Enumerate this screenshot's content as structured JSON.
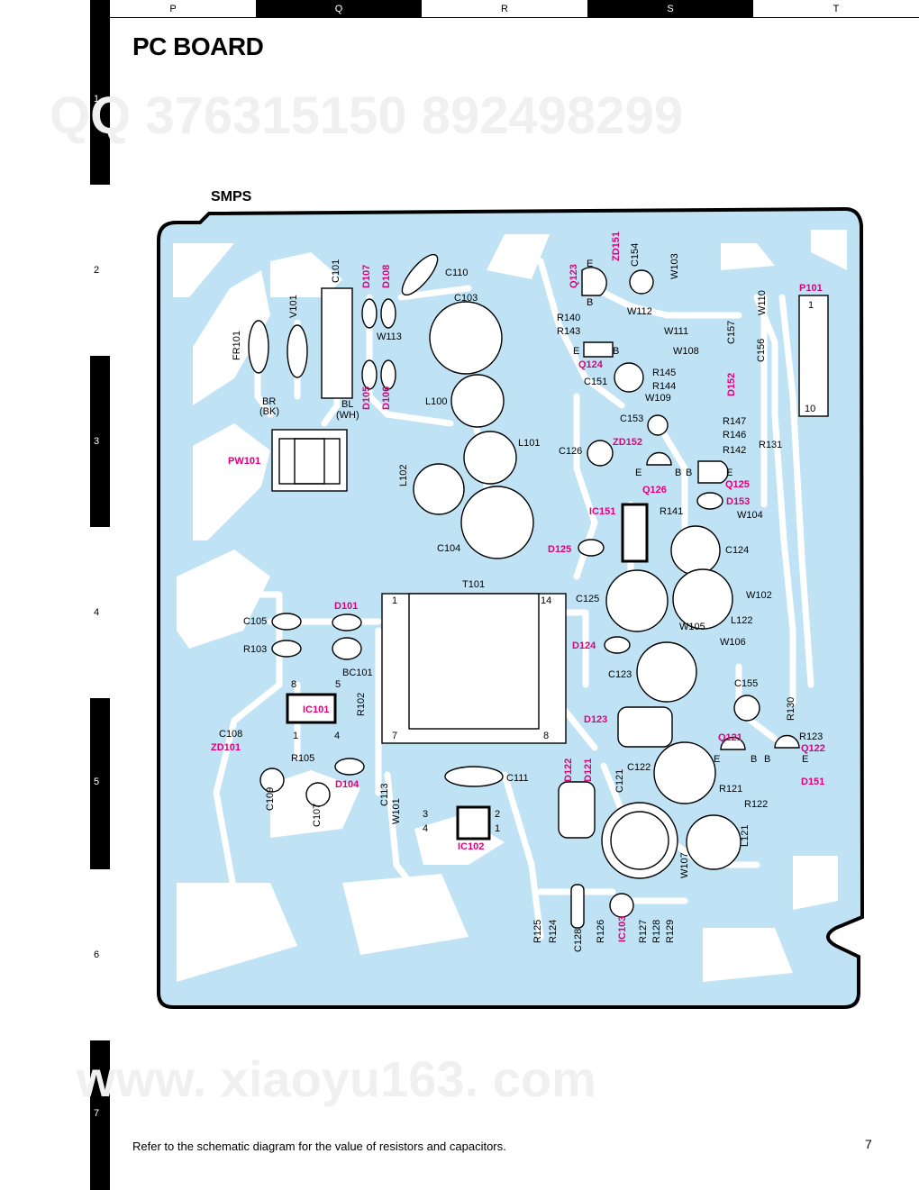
{
  "grid": {
    "columns": [
      "P",
      "Q",
      "R",
      "S",
      "T"
    ],
    "rows": [
      "1",
      "2",
      "3",
      "4",
      "5",
      "6",
      "7"
    ]
  },
  "title": "PC BOARD",
  "section": "SMPS",
  "footnote": "Refer to the schematic diagram for the value of resistors and capacitors.",
  "page_number": "7",
  "watermarks": {
    "qq": "QQ 376315150   892498299",
    "site": "www. xiaoyu163. com"
  },
  "colors": {
    "board": "#bfe3f5",
    "trace": "#ffffff",
    "highlight_label": "#e0007a",
    "outline": "#000000"
  },
  "labels": [
    {
      "t": "FR101",
      "r": -90
    },
    {
      "t": "V101",
      "r": -90
    },
    {
      "t": "C101",
      "r": -90
    },
    {
      "t": "D107",
      "c": "hl",
      "r": -90
    },
    {
      "t": "D108",
      "c": "hl",
      "r": -90
    },
    {
      "t": "C110"
    },
    {
      "t": "C103"
    },
    {
      "t": "W113"
    },
    {
      "t": "BR"
    },
    {
      "t": "(BK)"
    },
    {
      "t": "BL"
    },
    {
      "t": "(WH)"
    },
    {
      "t": "D105",
      "c": "hl",
      "r": -90
    },
    {
      "t": "D106",
      "c": "hl",
      "r": -90
    },
    {
      "t": "L100"
    },
    {
      "t": "L101"
    },
    {
      "t": "PW101",
      "c": "hl"
    },
    {
      "t": "L102",
      "r": -90
    },
    {
      "t": "C104"
    },
    {
      "t": "Q123",
      "c": "hl",
      "r": -90
    },
    {
      "t": "E"
    },
    {
      "t": "B"
    },
    {
      "t": "ZD151",
      "c": "hl",
      "r": -90
    },
    {
      "t": "C154",
      "r": -90
    },
    {
      "t": "W103",
      "r": -90
    },
    {
      "t": "R140"
    },
    {
      "t": "W112"
    },
    {
      "t": "R143"
    },
    {
      "t": "W111"
    },
    {
      "t": "W110",
      "r": -90
    },
    {
      "t": "P101",
      "c": "hl"
    },
    {
      "t": "1"
    },
    {
      "t": "E"
    },
    {
      "t": "B"
    },
    {
      "t": "Q124",
      "c": "hl"
    },
    {
      "t": "W108"
    },
    {
      "t": "C157",
      "r": -90
    },
    {
      "t": "C156",
      "r": -90
    },
    {
      "t": "C151"
    },
    {
      "t": "R145"
    },
    {
      "t": "R144"
    },
    {
      "t": "D152",
      "c": "hl",
      "r": -90
    },
    {
      "t": "W109"
    },
    {
      "t": "10"
    },
    {
      "t": "C153"
    },
    {
      "t": "R147"
    },
    {
      "t": "R146"
    },
    {
      "t": "ZD152",
      "c": "hl"
    },
    {
      "t": "R142"
    },
    {
      "t": "C126"
    },
    {
      "t": "R131"
    },
    {
      "t": "E"
    },
    {
      "t": "B"
    },
    {
      "t": "B"
    },
    {
      "t": "E"
    },
    {
      "t": "Q125",
      "c": "hl"
    },
    {
      "t": "Q126",
      "c": "hl"
    },
    {
      "t": "D153",
      "c": "hl"
    },
    {
      "t": "IC151",
      "c": "hl"
    },
    {
      "t": "R141"
    },
    {
      "t": "W104"
    },
    {
      "t": "D125",
      "c": "hl"
    },
    {
      "t": "C124"
    },
    {
      "t": "T101"
    },
    {
      "t": "1"
    },
    {
      "t": "14"
    },
    {
      "t": "C125"
    },
    {
      "t": "W102"
    },
    {
      "t": "L122"
    },
    {
      "t": "W105"
    },
    {
      "t": "W106"
    },
    {
      "t": "D124",
      "c": "hl"
    },
    {
      "t": "C123"
    },
    {
      "t": "C105"
    },
    {
      "t": "D101",
      "c": "hl"
    },
    {
      "t": "R103"
    },
    {
      "t": "BC101"
    },
    {
      "t": "8"
    },
    {
      "t": "5"
    },
    {
      "t": "R102",
      "r": -90
    },
    {
      "t": "IC101",
      "c": "hl"
    },
    {
      "t": "C108"
    },
    {
      "t": "1"
    },
    {
      "t": "4"
    },
    {
      "t": "ZD101",
      "c": "hl"
    },
    {
      "t": "7"
    },
    {
      "t": "8"
    },
    {
      "t": "D123",
      "c": "hl"
    },
    {
      "t": "C155"
    },
    {
      "t": "R130",
      "r": -90
    },
    {
      "t": "R123"
    },
    {
      "t": "Q121",
      "c": "hl"
    },
    {
      "t": "Q122",
      "c": "hl"
    },
    {
      "t": "E"
    },
    {
      "t": "B"
    },
    {
      "t": "B"
    },
    {
      "t": "E"
    },
    {
      "t": "R105"
    },
    {
      "t": "D104",
      "c": "hl"
    },
    {
      "t": "C111"
    },
    {
      "t": "D122",
      "c": "hl",
      "r": -90
    },
    {
      "t": "D121",
      "c": "hl",
      "r": -90
    },
    {
      "t": "C122"
    },
    {
      "t": "R121"
    },
    {
      "t": "D151",
      "c": "hl"
    },
    {
      "t": "R122"
    },
    {
      "t": "C109",
      "r": -90
    },
    {
      "t": "C107",
      "r": -90
    },
    {
      "t": "C113",
      "r": -90
    },
    {
      "t": "W101",
      "r": -90
    },
    {
      "t": "3"
    },
    {
      "t": "2"
    },
    {
      "t": "4"
    },
    {
      "t": "1"
    },
    {
      "t": "IC102",
      "c": "hl"
    },
    {
      "t": "C121",
      "r": -90
    },
    {
      "t": "L121",
      "r": -90
    },
    {
      "t": "W107",
      "r": -90
    },
    {
      "t": "R125",
      "r": -90
    },
    {
      "t": "R124",
      "r": -90
    },
    {
      "t": "C128",
      "r": -90
    },
    {
      "t": "R126",
      "r": -90
    },
    {
      "t": "IC103",
      "c": "hl",
      "r": -90
    },
    {
      "t": "R127",
      "r": -90
    },
    {
      "t": "R128",
      "r": -90
    },
    {
      "t": "R129",
      "r": -90
    }
  ]
}
